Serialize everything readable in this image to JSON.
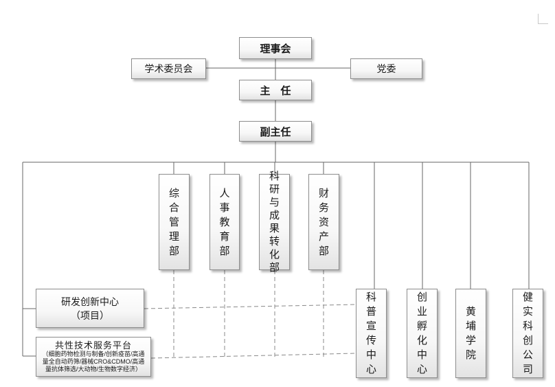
{
  "board": "理事会",
  "academic_committee": "学术委员会",
  "party_committee": "党委",
  "director": "主　任",
  "deputy_director": "副主任",
  "departments": [
    "综合管理部",
    "人事教育部",
    "科研与成果转化部",
    "财务资产部"
  ],
  "rd_center": {
    "line1": "研发创新中心",
    "line2": "（项目）"
  },
  "platform": {
    "title": "共性技术服务平台",
    "detail": "（细胞药物检测与制备/创新疫苗/高通量全自动药筛/器械CRO&CDMO/高通量抗体筛选/大动物/生物数字经济）"
  },
  "right_units": [
    "科普宣传中心",
    "创业孵化中心",
    "黄埔学院",
    "健实科创公司"
  ]
}
